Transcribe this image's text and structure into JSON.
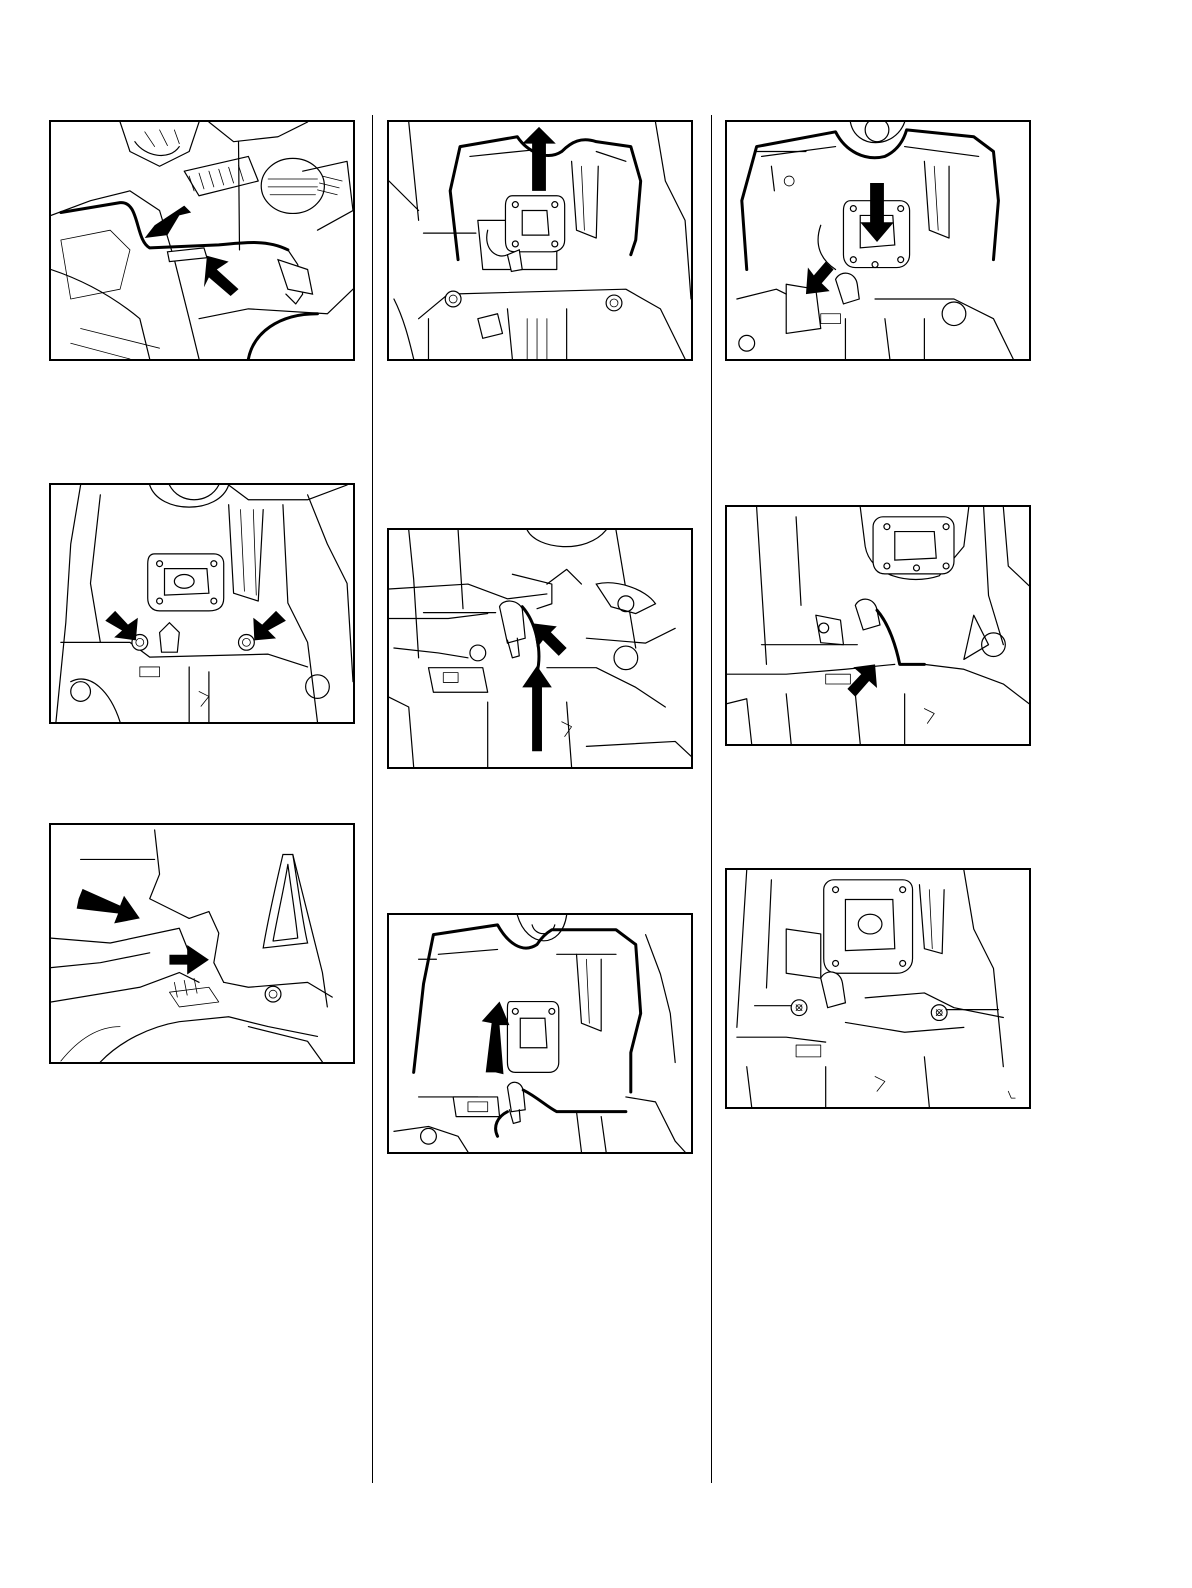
{
  "page": {
    "columns": 3
  },
  "figures": [
    {
      "id": "fig-1",
      "column": 1,
      "row": 1,
      "arrows": [
        "arrow-down-left",
        "arrow-up-left"
      ],
      "callout_lines": 1
    },
    {
      "id": "fig-2",
      "column": 1,
      "row": 2,
      "arrows": [
        "arrow-down-right",
        "arrow-down-left"
      ],
      "callout_lines": 0
    },
    {
      "id": "fig-3",
      "column": 1,
      "row": 3,
      "arrows": [
        "arrow-right",
        "arrow-right"
      ],
      "callout_lines": 1
    },
    {
      "id": "fig-4",
      "column": 2,
      "row": 1,
      "arrows": [
        "arrow-up"
      ],
      "callout_lines": 1
    },
    {
      "id": "fig-5",
      "column": 2,
      "row": 2,
      "arrows": [
        "arrow-up-left",
        "arrow-up"
      ],
      "callout_lines": 1
    },
    {
      "id": "fig-6",
      "column": 2,
      "row": 3,
      "arrows": [
        "arrow-up"
      ],
      "callout_lines": 2
    },
    {
      "id": "fig-7",
      "column": 3,
      "row": 1,
      "arrows": [
        "arrow-down",
        "arrow-down-left"
      ],
      "callout_lines": 1
    },
    {
      "id": "fig-8",
      "column": 3,
      "row": 2,
      "arrows": [
        "arrow-up-right"
      ],
      "callout_lines": 1
    },
    {
      "id": "fig-9",
      "column": 3,
      "row": 3,
      "arrows": [],
      "callout_lines": 2
    }
  ]
}
